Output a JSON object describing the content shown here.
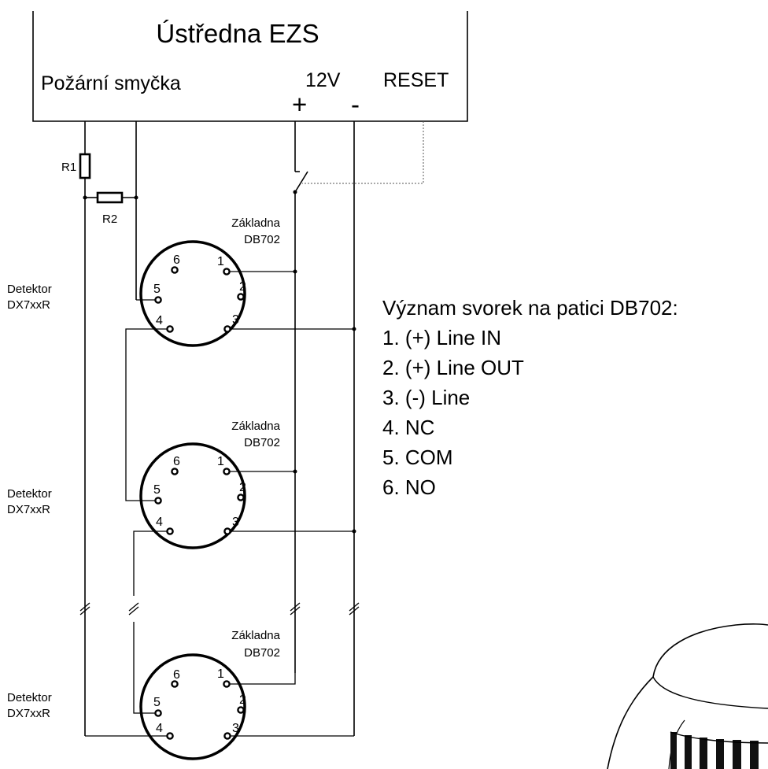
{
  "panel": {
    "title": "Ústředna EZS",
    "loop_label": "Požární smyčka",
    "power_label": "12V",
    "plus": "+",
    "minus": "-",
    "reset_label": "RESET"
  },
  "resistors": {
    "r1": "R1",
    "r2": "R2"
  },
  "bases": [
    {
      "line1": "Základna",
      "line2": "DB702"
    },
    {
      "line1": "Základna",
      "line2": "DB702"
    },
    {
      "line1": "Základna",
      "line2": "DB702"
    }
  ],
  "detectors": [
    {
      "line1": "Detektor",
      "line2": "DX7xxR"
    },
    {
      "line1": "Detektor",
      "line2": "DX7xxR"
    },
    {
      "line1": "Detektor",
      "line2": "DX7xxR"
    }
  ],
  "pins": [
    "1",
    "2",
    "3",
    "4",
    "5",
    "6"
  ],
  "legend": {
    "title": "Význam svorek na patici DB702:",
    "items": [
      "1. (+) Line IN",
      "2. (+) Line OUT",
      "3. (-)  Line",
      "4. NC",
      "5. COM",
      "6. NO"
    ]
  }
}
